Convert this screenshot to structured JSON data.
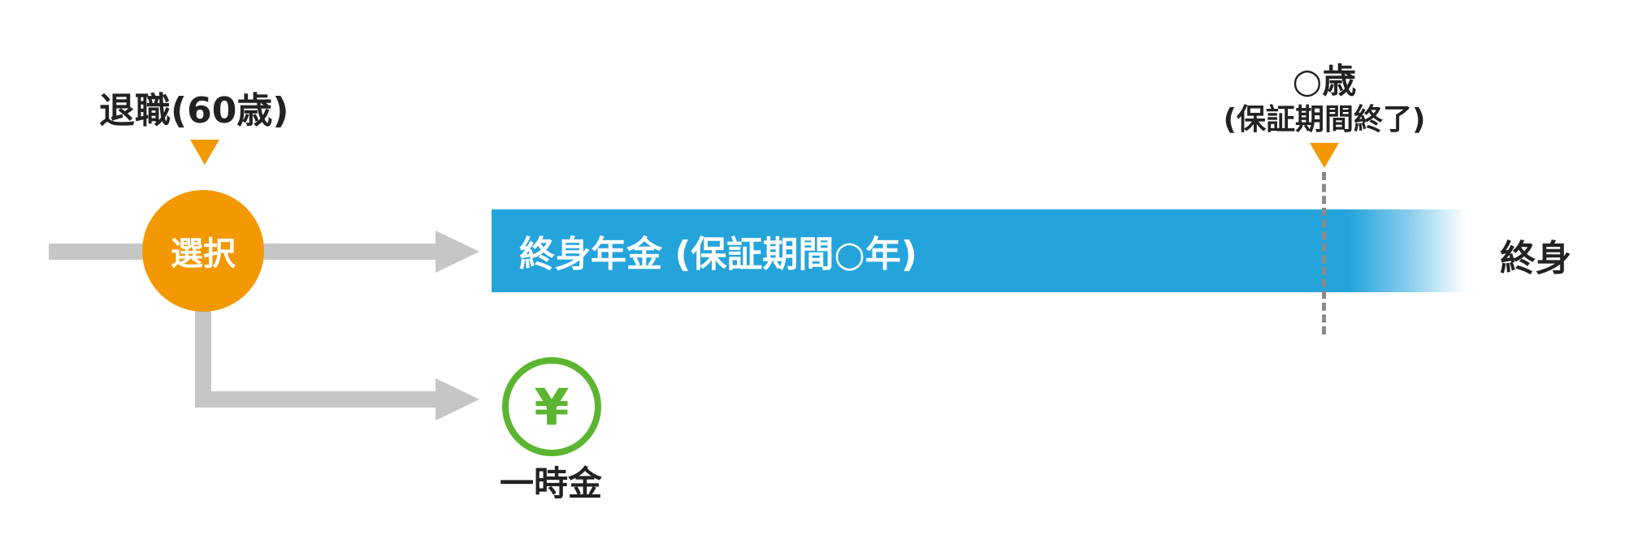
{
  "retirement": {
    "label": "退職(60歳)"
  },
  "choice": {
    "label": "選択"
  },
  "annuity": {
    "label": "終身年金 (保証期間○年)"
  },
  "guarantee_end": {
    "age": "○歳",
    "note": "(保証期間終了)"
  },
  "lifetime": {
    "label": "終身"
  },
  "lump_sum": {
    "icon_symbol": "¥",
    "label": "一時金"
  },
  "colors": {
    "orange": "#f39800",
    "blue": "#25a4dc",
    "green": "#5cb531",
    "grey": "#c6c6c6"
  }
}
